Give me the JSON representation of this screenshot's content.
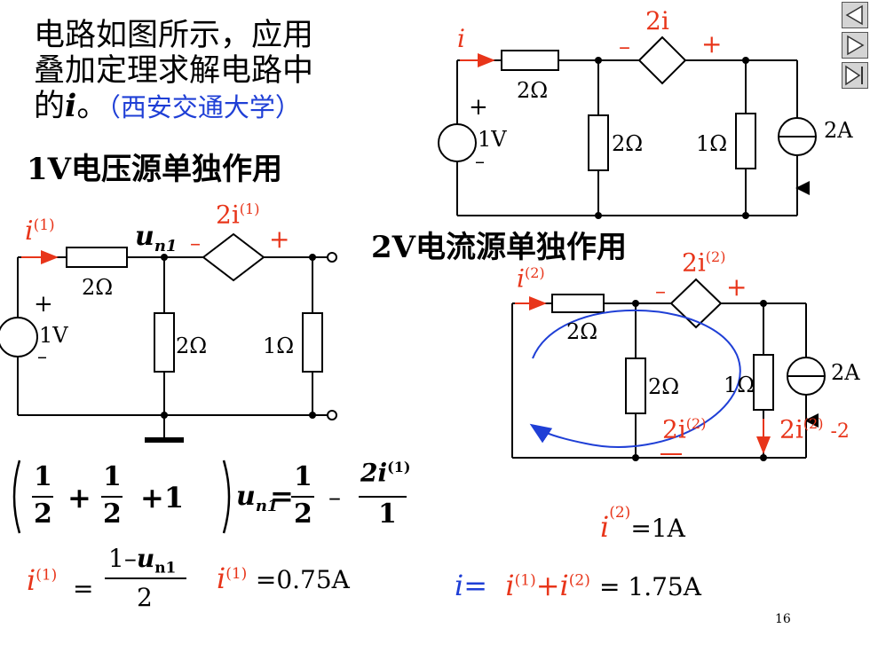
{
  "problem": {
    "line1": "电路如图所示，应用",
    "line2": "叠加定理求解电路中",
    "line3_prefix": "的",
    "line3_var": "i",
    "line3_punct": "。",
    "source": "（西安交通大学）"
  },
  "case1_title": "1V电压源单独作用",
  "case2_title": "2V电流源单独作用",
  "orig": {
    "current_label": "i",
    "ccvs_label": "2i",
    "ccvs_minus": "–",
    "ccvs_plus": "+",
    "r_top": "2Ω",
    "r_mid": "2Ω",
    "r_right": "1Ω",
    "vsrc_value": "1V",
    "vsrc_plus": "+",
    "vsrc_minus": "–",
    "isrc_value": "2A"
  },
  "c1": {
    "current_label": "i",
    "current_sup": "(1)",
    "node_label": "u",
    "node_sub": "n1",
    "ccvs_label": "2i",
    "ccvs_sup": "(1)",
    "ccvs_minus": "–",
    "ccvs_plus": "+",
    "r_top": "2Ω",
    "r_mid": "2Ω",
    "r_right": "1Ω",
    "vsrc_value": "1V",
    "vsrc_plus": "+",
    "vsrc_minus": "–"
  },
  "c2": {
    "current_label": "i",
    "current_sup": "(2)",
    "ccvs_label": "2i",
    "ccvs_sup": "(2)",
    "ccvs_minus": "–",
    "ccvs_plus": "+",
    "r_top": "2Ω",
    "r_mid": "2Ω",
    "r_right": "1Ω",
    "isrc_value": "2A",
    "loop_label": "2i",
    "loop_sup": "(2)",
    "loop_minus": "–",
    "branch_label": "2i",
    "branch_sup": "(2)",
    "branch_suffix": "-2"
  },
  "eq1": {
    "f1_num": "1",
    "f1_den": "2",
    "plus1": "+",
    "f2_num": "1",
    "f2_den": "2",
    "plus2": "+1",
    "u": "u",
    "u_sub": "n1",
    "equals": "=",
    "f3_num": "1",
    "f3_den": "2",
    "minus": "–",
    "f4_num": "2i",
    "f4_num_sup": "(1)",
    "f4_den": "1"
  },
  "eq2": {
    "lhs": "i",
    "lhs_sup": "(1)",
    "eq": "=",
    "num_prefix": "1–",
    "num_u": "u",
    "num_sub": "n1",
    "den": "2"
  },
  "res1": {
    "var": "i",
    "sup": "(1)",
    "value": "=0.75A"
  },
  "res2": {
    "var": "i",
    "sup": "(2)",
    "value": "=1A"
  },
  "final": {
    "lhs": "i=",
    "t1": "i",
    "t1_sup": "(1)",
    "plus": "+",
    "t2": "i",
    "t2_sup": "(2)",
    "value": "= 1.75A"
  },
  "page_number": "16",
  "colors": {
    "red": "#e8351a",
    "blue": "#1f3fd6",
    "black": "#000000"
  },
  "nav_icons": [
    "prev-triangle-icon",
    "next-triangle-icon",
    "last-page-icon"
  ]
}
